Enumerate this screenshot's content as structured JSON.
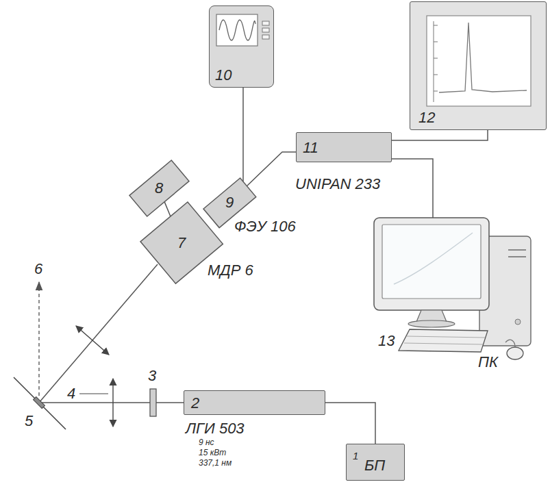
{
  "diagram": {
    "nodes": [
      {
        "text": [
          "10"
        ]
      },
      {
        "text": [
          "12"
        ]
      },
      {
        "text": [
          "11",
          "UNIPAN 233"
        ]
      },
      {
        "text": [
          "8"
        ]
      },
      {
        "text": [
          "9",
          "ФЭУ 106"
        ]
      },
      {
        "text": [
          "7",
          "МДР 6"
        ]
      },
      {
        "text": [
          "2",
          "ЛГИ 503"
        ]
      },
      {
        "text": [
          "1",
          "БП"
        ]
      }
    ],
    "edges": [
      {
        "from": 0,
        "to": 4,
        "arrow": "none"
      },
      {
        "from": 2,
        "to": 4,
        "arrow": "none"
      },
      {
        "from": 2,
        "to": 1,
        "arrow": "none"
      },
      {
        "from": 3,
        "to": 5,
        "arrow": "none"
      },
      {
        "from": 7,
        "to": 6,
        "arrow": "none"
      }
    ],
    "labels": [
      "6",
      "4",
      "5",
      "3",
      "9 нс",
      "15 кВт",
      "337,1 нм",
      "13",
      "ПК"
    ]
  }
}
